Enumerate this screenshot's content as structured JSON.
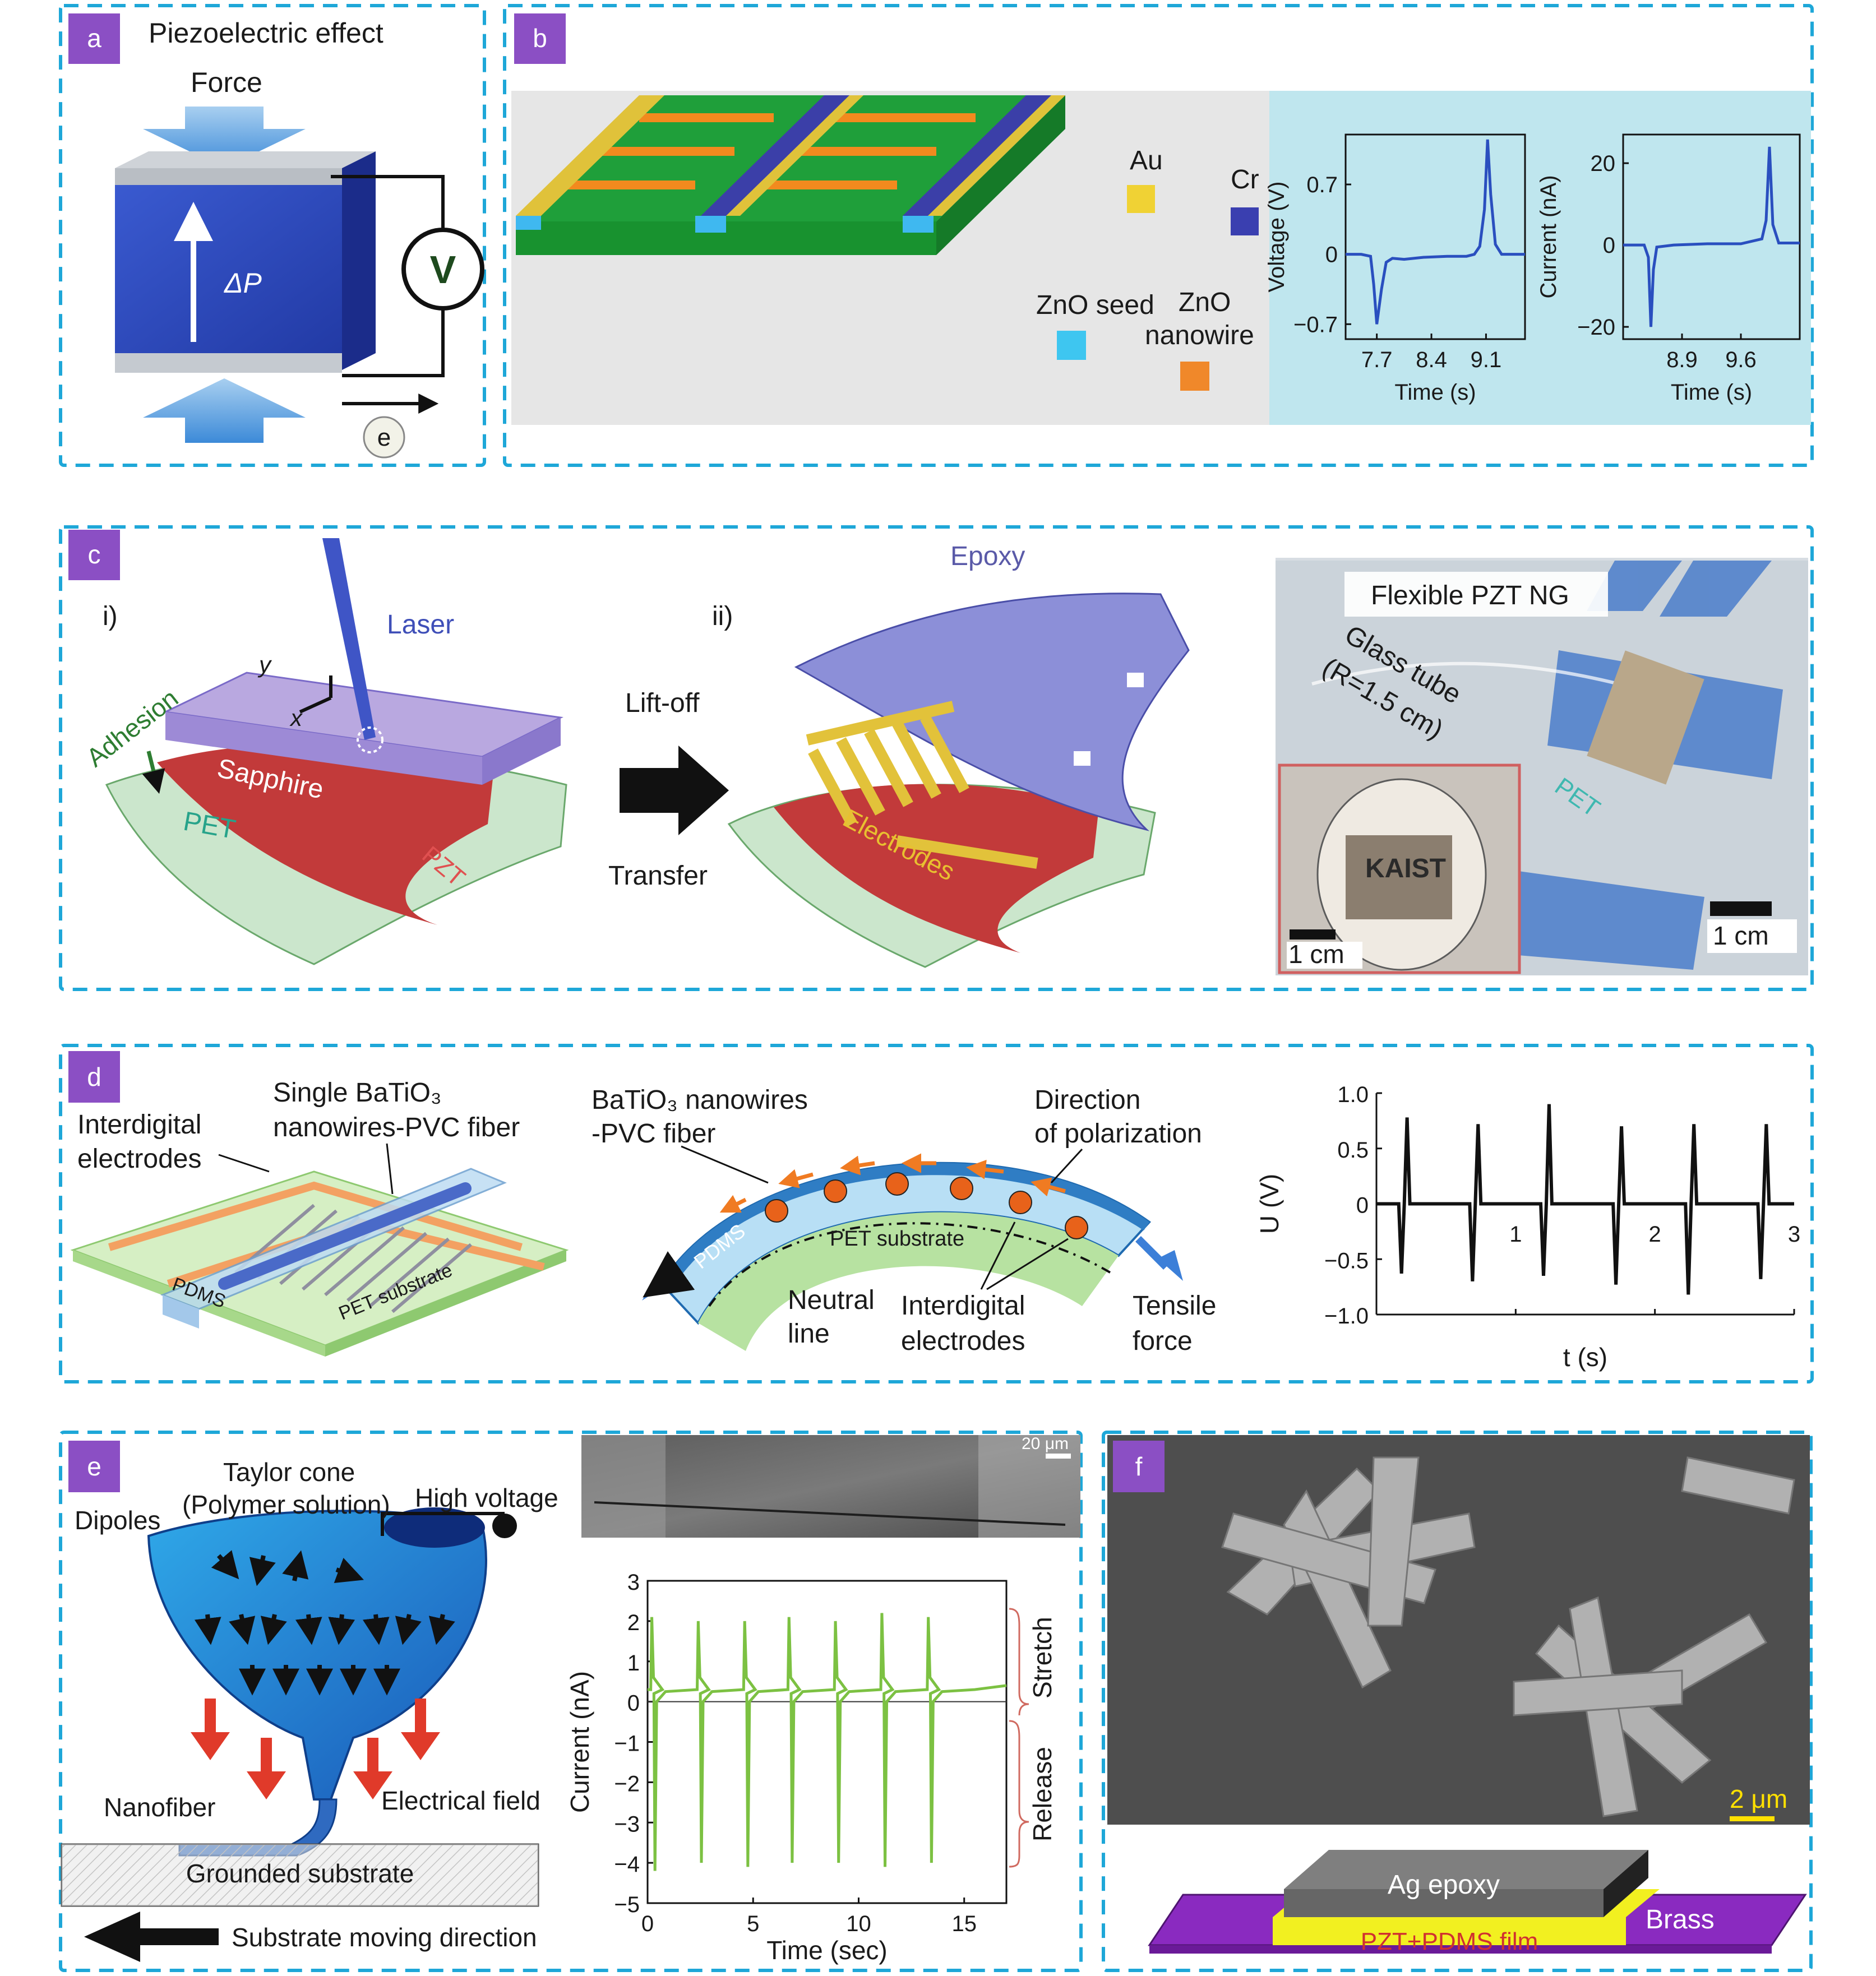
{
  "colors": {
    "dash": "#1ea7d8",
    "badge": "#8b4fc4",
    "trace_blue": "#2a4fbf",
    "trace_green": "#7cc142"
  },
  "panels": {
    "a": "a",
    "b": "b",
    "c": "c",
    "d": "d",
    "e": "e",
    "f": "f"
  },
  "panel_a": {
    "title": "Piezoelectric effect",
    "force": "Force",
    "delta_p": "ΔP",
    "voltmeter": "V",
    "electron": "e"
  },
  "panel_b": {
    "legend": {
      "au": "Au",
      "cr": "Cr",
      "zno_seed": "ZnO seed",
      "zno_nw_1": "ZnO",
      "zno_nw_2": "nanowire"
    }
  },
  "panel_c": {
    "step_i": "i)",
    "step_ii": "ii)",
    "laser": "Laser",
    "adhesion": "Adhesion",
    "sapphire": "Sapphire",
    "pet": "PET",
    "pzt": "PZT",
    "axis_y": "y",
    "axis_x": "x",
    "liftoff": "Lift-off",
    "transfer": "Transfer",
    "epoxy": "Epoxy",
    "electrodes": "Electrodes",
    "photo_title": "Flexible PZT NG",
    "glass_tube_1": "Glass tube",
    "glass_tube_2": "(R=1.5 cm)",
    "photo_pet": "PET",
    "kaist": "KAIST",
    "scale_main": "1 cm",
    "scale_inset": "1 cm"
  },
  "panel_d": {
    "label_single_1": "Single BaTiO₃",
    "label_single_2": "nanowires-PVC fiber",
    "label_inter_1": "Interdigital",
    "label_inter_2": "electrodes",
    "label_pdms": "PDMS",
    "label_pet_sub": "PET substrate",
    "label_bt_1": "BaTiO₃ nanowires",
    "label_bt_2": "-PVC fiber",
    "label_dir_1": "Direction",
    "label_dir_2": "of polarization",
    "label_pdms2": "PDMS",
    "label_pet_sub2": "PET substrate",
    "label_neutral_1": "Neutral",
    "label_neutral_2": "line",
    "label_inter2_1": "Interdigital",
    "label_inter2_2": "electrodes",
    "label_tensile_1": "Tensile",
    "label_tensile_2": "force"
  },
  "panel_e": {
    "taylor_1": "Taylor cone",
    "taylor_2": "(Polymer solution)",
    "high_voltage": "High voltage",
    "dipoles": "Dipoles",
    "nanofiber": "Nanofiber",
    "electrical_field": "Electrical field",
    "grounded": "Grounded substrate",
    "moving": "Substrate moving direction",
    "sem_scale": "20 μm",
    "stretch": "Stretch",
    "release": "Release"
  },
  "panel_f": {
    "scale": "2 μm",
    "ag_epoxy": "Ag epoxy",
    "brass": "Brass",
    "film": "PZT+PDMS film"
  },
  "chart_data": [
    {
      "type": "line",
      "id": "b-voltage",
      "xlabel": "Time (s)",
      "ylabel": "Voltage (V)",
      "xlim": [
        7.3,
        9.6
      ],
      "ylim": [
        -0.85,
        1.2
      ],
      "xticks": [
        7.7,
        8.4,
        9.1
      ],
      "yticks": [
        0.7,
        0,
        -0.7
      ],
      "xtick_labels": [
        "7.7",
        "8.4",
        "9.1"
      ],
      "ytick_labels": [
        "0.7",
        "0",
        "−0.7"
      ],
      "series": [
        {
          "x": [
            7.3,
            7.5,
            7.62,
            7.66,
            7.7,
            7.76,
            7.82,
            7.9,
            8.05,
            8.3,
            8.6,
            8.85,
            8.95,
            9.02,
            9.08,
            9.12,
            9.16,
            9.22,
            9.3,
            9.45,
            9.6
          ],
          "y": [
            0,
            0,
            -0.02,
            -0.3,
            -0.7,
            -0.35,
            -0.08,
            -0.04,
            -0.05,
            -0.03,
            -0.02,
            -0.02,
            0.0,
            0.08,
            0.45,
            1.15,
            0.6,
            0.1,
            0.0,
            0.0,
            0.0
          ]
        }
      ]
    },
    {
      "type": "line",
      "id": "b-current",
      "xlabel": "Time (s)",
      "ylabel": "Current (nA)",
      "xlim": [
        8.2,
        10.3
      ],
      "ylim": [
        -23,
        27
      ],
      "xticks": [
        8.9,
        9.6
      ],
      "yticks": [
        20,
        0,
        -20
      ],
      "xtick_labels": [
        "8.9",
        "9.6"
      ],
      "ytick_labels": [
        "20",
        "0",
        "−20"
      ],
      "series": [
        {
          "x": [
            8.2,
            8.45,
            8.5,
            8.53,
            8.56,
            8.6,
            8.8,
            9.2,
            9.6,
            9.85,
            9.9,
            9.94,
            9.98,
            10.05,
            10.3
          ],
          "y": [
            0,
            0,
            -3,
            -20,
            -6,
            -0.5,
            0,
            0.3,
            0.3,
            1.5,
            6,
            24,
            5,
            0.5,
            0.5
          ]
        }
      ]
    },
    {
      "type": "line",
      "id": "d-voltage",
      "xlabel": "t (s)",
      "ylabel": "U (V)",
      "xlim": [
        0,
        3
      ],
      "ylim": [
        -1.0,
        1.0
      ],
      "xticks": [
        1,
        2,
        3
      ],
      "yticks": [
        1.0,
        0.5,
        0,
        -0.5,
        -1.0
      ],
      "xtick_labels": [
        "1",
        "2",
        "3"
      ],
      "ytick_labels": [
        "1.0",
        "0.5",
        "0",
        "−0.5",
        "−1.0"
      ],
      "peaks": [
        0.78,
        0.72,
        0.9,
        0.7,
        0.72,
        0.72
      ],
      "peak_x": [
        0.22,
        0.73,
        1.24,
        1.76,
        2.28,
        2.8
      ],
      "troughs": [
        -0.63,
        -0.7,
        -0.65,
        -0.73,
        -0.82,
        -0.68
      ],
      "trough_x": [
        0.18,
        0.69,
        1.2,
        1.72,
        2.24,
        2.76
      ]
    },
    {
      "type": "line",
      "id": "e-current",
      "xlabel": "Time (sec)",
      "ylabel": "Current (nA)",
      "xlim": [
        0,
        17
      ],
      "ylim": [
        -5,
        3
      ],
      "xticks": [
        0,
        5,
        10,
        15
      ],
      "yticks": [
        3,
        2,
        1,
        0,
        -1,
        -2,
        -3,
        -4,
        -5
      ],
      "xtick_labels": [
        "0",
        "5",
        "10",
        "15"
      ],
      "ytick_labels": [
        "3",
        "2",
        "1",
        "0",
        "−1",
        "−2",
        "−3",
        "−4",
        "−5"
      ],
      "peaks": [
        2.1,
        2.0,
        2.0,
        2.1,
        2.0,
        2.2,
        2.1
      ],
      "peak_x": [
        0.2,
        2.4,
        4.6,
        6.7,
        8.9,
        11.1,
        13.3
      ],
      "troughs": [
        -4.2,
        -4.0,
        -4.1,
        -4.0,
        -4.0,
        -4.1,
        -4.0
      ],
      "trough_x": [
        0.35,
        2.55,
        4.75,
        6.85,
        9.05,
        11.25,
        13.45
      ]
    }
  ]
}
